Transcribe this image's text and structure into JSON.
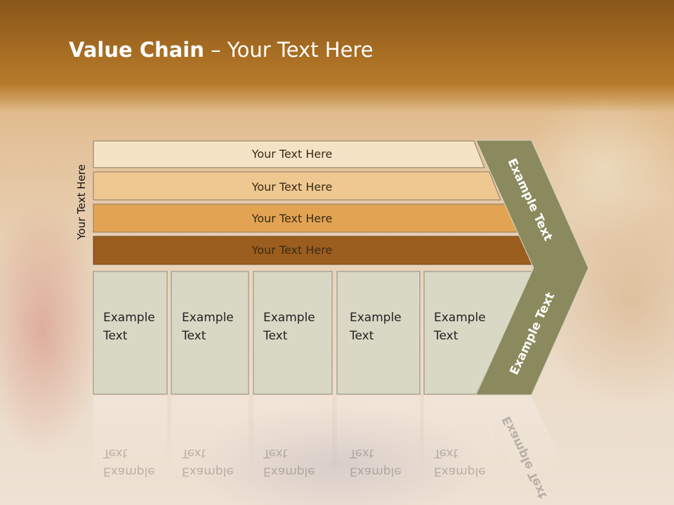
{
  "slide": {
    "title_bold": "Value Chain",
    "title_rest": " – Your Text Here",
    "side_label": "Your Text Here"
  },
  "bars": [
    {
      "label": "Your Text Here",
      "color": "#f5e3c6"
    },
    {
      "label": "Your Text Here",
      "color": "#efc891"
    },
    {
      "label": "Your Text Here",
      "color": "#e2a453"
    },
    {
      "label": "Your Text Here",
      "color": "#9b5e1e"
    }
  ],
  "cells": [
    {
      "line1": "Example",
      "line2": "Text"
    },
    {
      "line1": "Example",
      "line2": "Text"
    },
    {
      "line1": "Example",
      "line2": "Text"
    },
    {
      "line1": "Example",
      "line2": "Text"
    },
    {
      "line1": "Example",
      "line2": "Text"
    }
  ],
  "arrow": {
    "upper_label": "Example Text",
    "lower_label": "Example Text",
    "color": "#8a8a5e"
  },
  "colors": {
    "cell_fill": "#d9d8c5",
    "cell_border": "#8f8a77"
  }
}
